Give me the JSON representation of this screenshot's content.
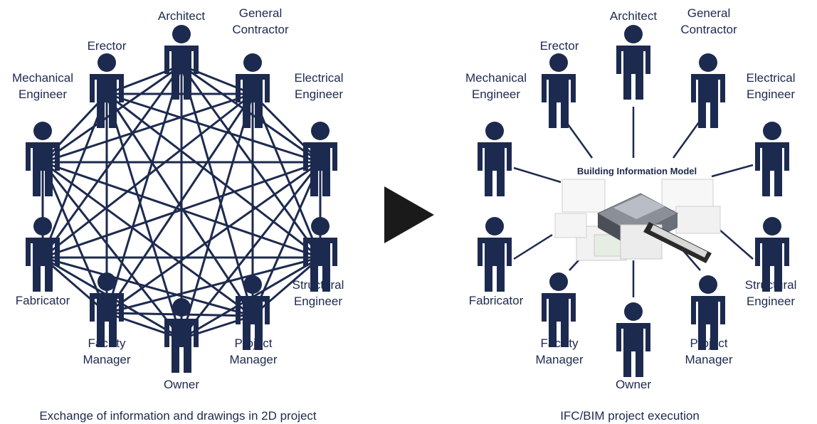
{
  "left_panel": {
    "caption": "Exchange of information and drawings in 2D project",
    "roles": [
      {
        "id": "architect",
        "label": [
          "Architect"
        ]
      },
      {
        "id": "general-contractor",
        "label": [
          "General",
          "Contractor"
        ]
      },
      {
        "id": "electrical-engineer",
        "label": [
          "Electrical",
          "Engineer"
        ]
      },
      {
        "id": "structural-engineer-upper",
        "label": []
      },
      {
        "id": "structural-engineer",
        "label": [
          "Structural",
          "Engineer"
        ]
      },
      {
        "id": "project-manager",
        "label": [
          "Project",
          "Manager"
        ]
      },
      {
        "id": "owner",
        "label": [
          "Owner"
        ]
      },
      {
        "id": "facility-manager",
        "label": [
          "Facility",
          "Manager"
        ]
      },
      {
        "id": "fabricator",
        "label": [
          "Fabricator"
        ]
      },
      {
        "id": "mechanical-engineer",
        "label": [
          "Mechanical",
          "Engineer"
        ]
      },
      {
        "id": "erector",
        "label": [
          "Erector"
        ]
      }
    ]
  },
  "arrow": {
    "icon": "play-arrow-icon",
    "color": "#1a1a1a"
  },
  "right_panel": {
    "caption": "IFC/BIM project execution",
    "center_label": "Building Information Model",
    "roles": [
      {
        "id": "architect",
        "label": [
          "Architect"
        ]
      },
      {
        "id": "general-contractor",
        "label": [
          "General",
          "Contractor"
        ]
      },
      {
        "id": "electrical-engineer",
        "label": [
          "Electrical",
          "Engineer"
        ]
      },
      {
        "id": "structural-engineer",
        "label": [
          "Structural",
          "Engineer"
        ]
      },
      {
        "id": "project-manager",
        "label": [
          "Project",
          "Manager"
        ]
      },
      {
        "id": "owner",
        "label": [
          "Owner"
        ]
      },
      {
        "id": "facility-manager",
        "label": [
          "Facility",
          "Manager"
        ]
      },
      {
        "id": "fabricator",
        "label": [
          "Fabricator"
        ]
      },
      {
        "id": "mechanical-engineer",
        "label": [
          "Mechanical",
          "Engineer"
        ]
      },
      {
        "id": "erector",
        "label": [
          "Erector"
        ]
      }
    ]
  },
  "colors": {
    "figure": "#1d2a4f",
    "line": "#1d2a4f",
    "arrow": "#1a1a1a"
  }
}
